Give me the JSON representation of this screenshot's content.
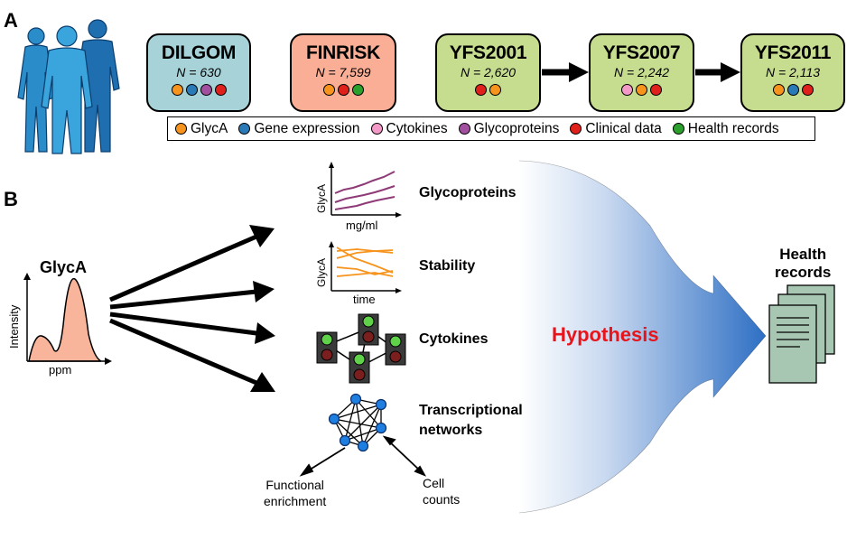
{
  "panel_a": {
    "label": "A",
    "cohorts": [
      {
        "name": "DILGOM",
        "n": "N = 630",
        "bg": "#a6d2d8",
        "dots": [
          "#f7941d",
          "#2a7ab8",
          "#a34fa0",
          "#e0201b"
        ]
      },
      {
        "name": "FINRISK",
        "n": "N = 7,599",
        "bg": "#f9ae95",
        "dots": [
          "#f7941d",
          "#e0201b",
          "#2ca02c"
        ]
      },
      {
        "name": "YFS2001",
        "n": "N = 2,620",
        "bg": "#c6dc8f",
        "dots": [
          "#e0201b",
          "#f7941d"
        ]
      },
      {
        "name": "YFS2007",
        "n": "N = 2,242",
        "bg": "#c6dc8f",
        "dots": [
          "#f49ac8",
          "#f7941d",
          "#e0201b"
        ]
      },
      {
        "name": "YFS2011",
        "n": "N = 2,113",
        "bg": "#c6dc8f",
        "dots": [
          "#f7941d",
          "#2a7ab8",
          "#e0201b"
        ]
      }
    ],
    "legend": [
      {
        "label": "GlycA",
        "color": "#f7941d"
      },
      {
        "label": "Gene expression",
        "color": "#2a7ab8"
      },
      {
        "label": "Cytokines",
        "color": "#f49ac8"
      },
      {
        "label": "Glycoproteins",
        "color": "#a34fa0"
      },
      {
        "label": "Clinical data",
        "color": "#e0201b"
      },
      {
        "label": "Health records",
        "color": "#2ca02c"
      }
    ]
  },
  "panel_b": {
    "label": "B",
    "glyca": {
      "title": "GlycA",
      "ylabel": "Intensity",
      "xlabel": "ppm"
    },
    "analyses": [
      {
        "label": "Glycoproteins",
        "ylabel": "GlycA",
        "xlabel": "mg/ml"
      },
      {
        "label": "Stability",
        "ylabel": "GlycA",
        "xlabel": "time"
      },
      {
        "label": "Cytokines"
      },
      {
        "label": "Transcriptional networks",
        "line1": "Transcriptional",
        "line2": "networks"
      }
    ],
    "network_outputs": [
      {
        "line1": "Functional",
        "line2": "enrichment"
      },
      {
        "line1": "Cell",
        "line2": "counts"
      }
    ],
    "hypothesis": "Hypothesis",
    "health_records": {
      "line1": "Health",
      "line2": "records"
    },
    "colors": {
      "hypothesis_text": "#e8141b",
      "arrow_blue": "#2e6fc4",
      "glyca_fill": "#f9b49c",
      "glycoprotein_line": "#8e3a76",
      "stability_line": "#f7941d",
      "network_node": "#1f7fe0",
      "record_fill": "#a7c7b2"
    }
  }
}
